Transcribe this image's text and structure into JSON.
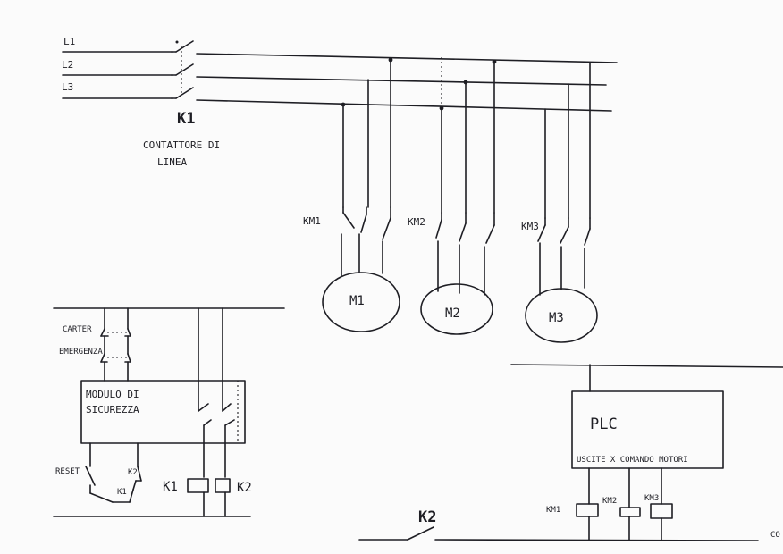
{
  "phases": [
    "L1",
    "L2",
    "L3"
  ],
  "main_contactor": {
    "tag": "K1",
    "caption_line1": "CONTATTORE DI",
    "caption_line2": "LINEA"
  },
  "motor_contactors": [
    "KM1",
    "KM2",
    "KM3"
  ],
  "motors": [
    "M1",
    "M2",
    "M3"
  ],
  "safety": {
    "carter_label": "CARTER",
    "emergency_label": "EMERGENZA",
    "module_line1": "MODULO DI",
    "module_line2": "SICUREZZA",
    "reset_label": "RESET",
    "k1_feedback": "K1",
    "k2_feedback": "K2",
    "coil_k1": "K1",
    "coil_k2": "K2"
  },
  "plc": {
    "title": "PLC",
    "outputs_caption": "USCITE X COMANDO MOTORI",
    "coils": [
      "KM1",
      "KM2",
      "KM3"
    ]
  },
  "bottom": {
    "switch_tag": "K2"
  },
  "corner_mark": "CO"
}
